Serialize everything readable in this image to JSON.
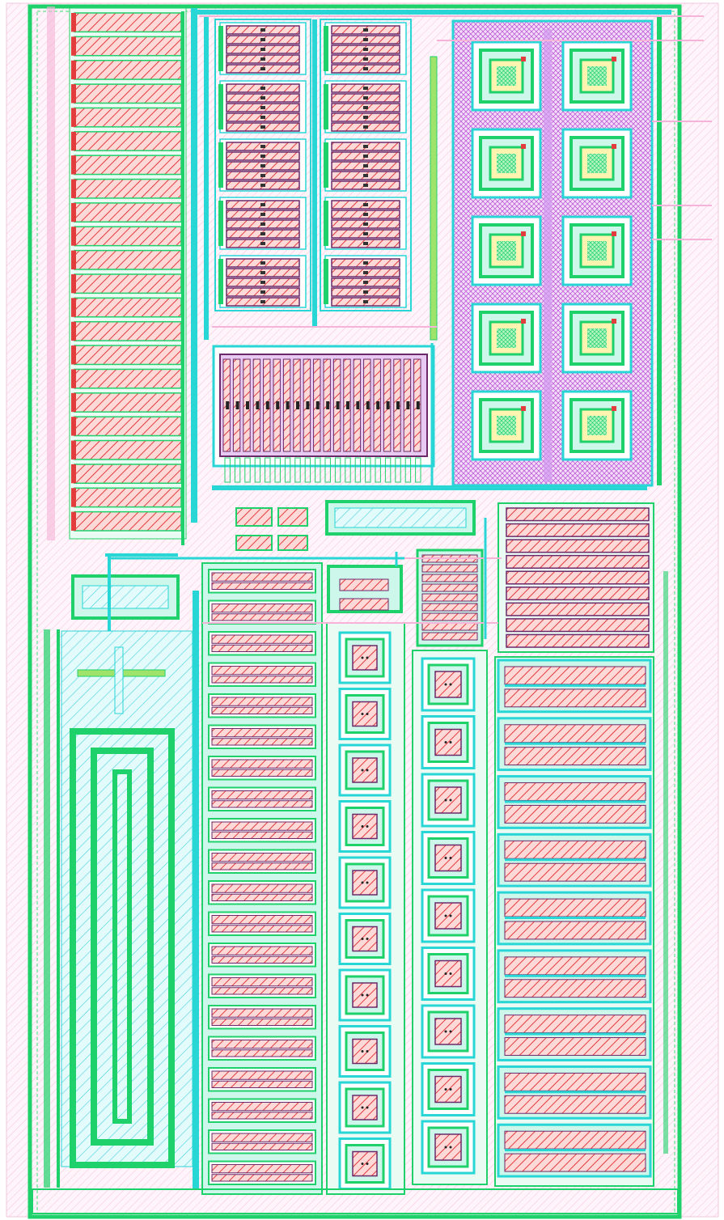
{
  "diagram": {
    "kind": "ic-layout",
    "colors": {
      "background": "#ffffff",
      "boundary": "#1fd16b",
      "metal": "#28d6d6",
      "poly_fill": "#ffd8d8",
      "poly_hatch": "#e23c3c",
      "diffusion_well": "#ccf7ea",
      "via_purple": "#b84bd6",
      "purple_fill": "#e7c9f2",
      "pink_route": "#f5b3d7",
      "yellow": "#f0e23a",
      "dark_metal": "#6a2a6a"
    },
    "blocks": {
      "left_resistor_array": {
        "count": 22
      },
      "top_mosfet_arrays": {
        "groups": 5,
        "rows_per_group": 5
      },
      "center_finger_array": {
        "fingers": 20
      },
      "right_bjt_grid": {
        "columns": 2,
        "rows": 5
      },
      "inductor_spiral": {
        "turns": 3
      },
      "lower_stack_left": {
        "count": 20
      },
      "lower_cells_middle": {
        "count": 10
      },
      "lower_cells_right": {
        "count": 9
      },
      "lower_stack_right_top": {
        "count": 9
      },
      "lower_stack_right": {
        "count": 9
      }
    }
  }
}
